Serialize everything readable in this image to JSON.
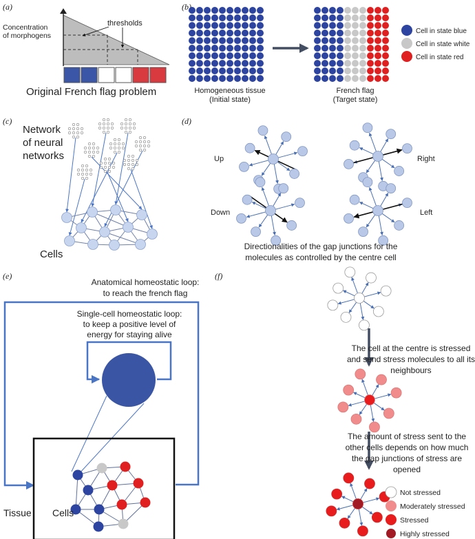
{
  "panels": {
    "a": {
      "label": "(a)",
      "ylabel_line1": "Concentration",
      "ylabel_line2": "of morphogens",
      "thresholds_label": "thresholds",
      "title": "Original French flag problem",
      "flag_colors": [
        "#3b56a6",
        "#3b56a6",
        "#ffffff",
        "#ffffff",
        "#d93a3f",
        "#d93a3f"
      ]
    },
    "b": {
      "label": "(b)",
      "initial_line1": "Homogeneous tissue",
      "initial_line2": "(Initial state)",
      "target_line1": "French flag",
      "target_line2": "(Target state)",
      "legend": [
        {
          "label": "Cell in state blue",
          "color": "#2d44a0"
        },
        {
          "label": "Cell in state white",
          "color": "#c8c8c8"
        },
        {
          "label": "Cell in state red",
          "color": "#e02020"
        }
      ]
    },
    "c": {
      "label": "(c)",
      "title_line1": "Network",
      "title_line2": "of neural",
      "title_line3": "networks",
      "cells_label": "Cells"
    },
    "d": {
      "label": "(d)",
      "up": "Up",
      "right": "Right",
      "down": "Down",
      "left": "Left",
      "caption_line1": "Directionalities of the gap junctions for the",
      "caption_line2": "molecules as controlled by the centre cell"
    },
    "e": {
      "label": "(e)",
      "anat_line1": "Anatomical homeostatic loop:",
      "anat_line2": "to reach the french flag",
      "single_line1": "Single-cell homeostatic loop:",
      "single_line2": "to keep a positive level of",
      "single_line3": "energy for staying alive",
      "tissue_label": "Tissue",
      "cells_label": "Cells"
    },
    "f": {
      "label": "(f)",
      "text1_line1": "The cell at the centre is stressed",
      "text1_line2": "and send stress molecules to all its",
      "text1_line3": "neighbours",
      "text2_line1": "The amount of stress sent to the",
      "text2_line2": "other cells depends on how much",
      "text2_line3": "the gap junctions of stress are",
      "text2_line4": "opened",
      "legend": [
        {
          "label": "Not stressed",
          "color": "#ffffff"
        },
        {
          "label": "Moderately stressed",
          "color": "#f08c8c"
        },
        {
          "label": "Stressed",
          "color": "#e81c1c"
        },
        {
          "label": "Highly stressed",
          "color": "#a11a24"
        }
      ]
    }
  }
}
